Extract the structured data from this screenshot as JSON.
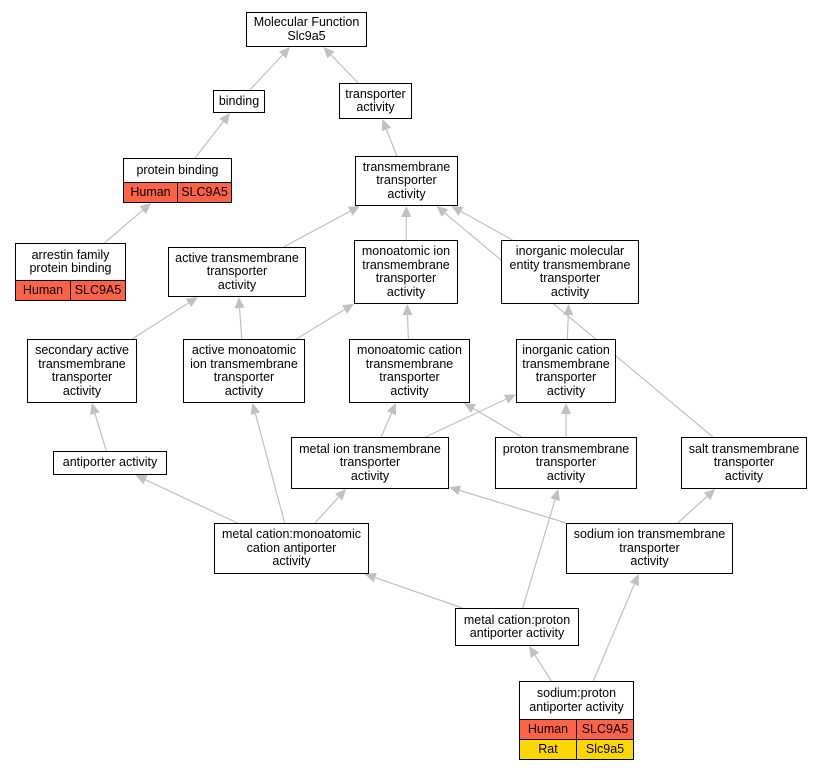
{
  "colors": {
    "edge": "#c0c0c0",
    "human": "#ff6347",
    "rat": "#ffd700",
    "border": "#000000"
  },
  "nodes": {
    "mf": "Molecular Function\nSlc9a5",
    "binding": "binding",
    "transporter": "transporter\nactivity",
    "tm_transporter": "transmembrane\ntransporter\nactivity",
    "protein_binding": "protein binding",
    "arrestin": "arrestin family\nprotein binding",
    "active_tm": "active transmembrane\ntransporter\nactivity",
    "monoatomic_ion_tm": "monoatomic ion\ntransmembrane\ntransporter\nactivity",
    "inorganic_molecular": "inorganic molecular\nentity transmembrane\ntransporter\nactivity",
    "secondary_active": "secondary active\ntransmembrane\ntransporter\nactivity",
    "active_monoatomic": "active monoatomic\nion transmembrane\ntransporter\nactivity",
    "monoatomic_cation": "monoatomic cation\ntransmembrane\ntransporter\nactivity",
    "inorganic_cation": "inorganic cation\ntransmembrane\ntransporter\nactivity",
    "antiporter": "antiporter activity",
    "metal_ion_tm": "metal ion transmembrane\ntransporter\nactivity",
    "proton_tm": "proton transmembrane\ntransporter\nactivity",
    "salt_tm": "salt transmembrane\ntransporter\nactivity",
    "metal_cation_monoatomic": "metal cation:monoatomic\ncation antiporter\nactivity",
    "sodium_ion_tm": "sodium ion transmembrane\ntransporter\nactivity",
    "metal_cation_proton": "metal cation:proton\nantiporter activity",
    "sodium_proton": "sodium:proton\nantiporter activity"
  },
  "annotations": {
    "protein_binding": [
      {
        "species": "Human",
        "gene": "SLC9A5"
      }
    ],
    "arrestin": [
      {
        "species": "Human",
        "gene": "SLC9A5"
      }
    ],
    "sodium_proton": [
      {
        "species": "Human",
        "gene": "SLC9A5"
      },
      {
        "species": "Rat",
        "gene": "Slc9a5"
      }
    ]
  },
  "edges": [
    [
      "binding",
      "mf"
    ],
    [
      "transporter",
      "mf"
    ],
    [
      "protein_binding",
      "binding"
    ],
    [
      "tm_transporter",
      "transporter"
    ],
    [
      "arrestin",
      "protein_binding"
    ],
    [
      "active_tm",
      "tm_transporter"
    ],
    [
      "monoatomic_ion_tm",
      "tm_transporter"
    ],
    [
      "inorganic_molecular",
      "tm_transporter"
    ],
    [
      "salt_tm",
      "tm_transporter"
    ],
    [
      "secondary_active",
      "active_tm"
    ],
    [
      "active_monoatomic",
      "active_tm"
    ],
    [
      "active_monoatomic",
      "monoatomic_ion_tm"
    ],
    [
      "monoatomic_cation",
      "monoatomic_ion_tm"
    ],
    [
      "inorganic_cation",
      "inorganic_molecular"
    ],
    [
      "antiporter",
      "secondary_active"
    ],
    [
      "metal_ion_tm",
      "monoatomic_cation"
    ],
    [
      "metal_ion_tm",
      "inorganic_cation"
    ],
    [
      "proton_tm",
      "monoatomic_cation"
    ],
    [
      "proton_tm",
      "inorganic_cation"
    ],
    [
      "metal_cation_monoatomic",
      "antiporter"
    ],
    [
      "metal_cation_monoatomic",
      "active_monoatomic"
    ],
    [
      "metal_cation_monoatomic",
      "metal_ion_tm"
    ],
    [
      "sodium_ion_tm",
      "metal_ion_tm"
    ],
    [
      "sodium_ion_tm",
      "salt_tm"
    ],
    [
      "metal_cation_proton",
      "metal_cation_monoatomic"
    ],
    [
      "metal_cation_proton",
      "proton_tm"
    ],
    [
      "sodium_proton",
      "metal_cation_proton"
    ],
    [
      "sodium_proton",
      "sodium_ion_tm"
    ]
  ]
}
